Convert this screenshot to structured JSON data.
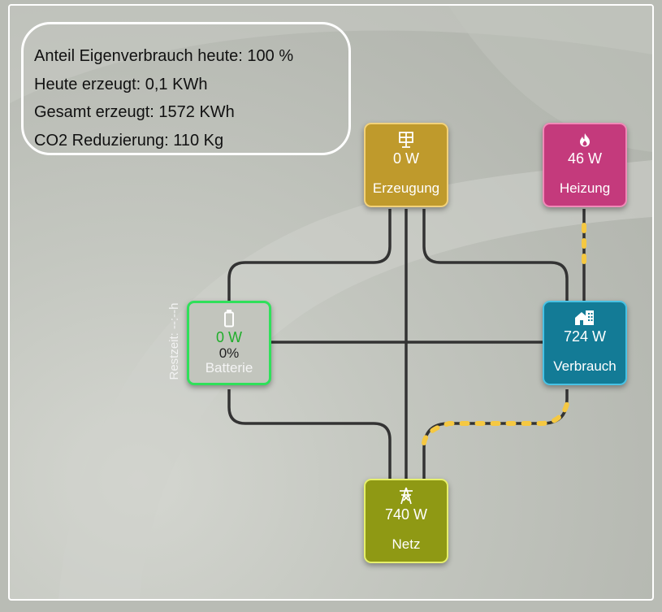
{
  "info": {
    "eigenverbrauch": "Anteil Eigenverbrauch heute: 100 %",
    "heute_erzeugt": "Heute erzeugt: 0,1 KWh",
    "gesamt_erzeugt": "Gesamt erzeugt: 1572 KWh",
    "co2": "CO2 Reduzierung: 110 Kg"
  },
  "nodes": {
    "erzeugung": {
      "value": "0 W",
      "label": "Erzeugung",
      "icon": "solar-panel-icon"
    },
    "heizung": {
      "value": "46 W",
      "label": "Heizung",
      "icon": "flame-icon"
    },
    "verbrauch": {
      "value": "724 W",
      "label": "Verbrauch",
      "icon": "house-icon"
    },
    "batterie": {
      "value": "0 W",
      "percent": "0%",
      "label": "Batterie",
      "restzeit": "Restzeit: --:--h",
      "icon": "battery-icon"
    },
    "netz": {
      "value": "740 W",
      "label": "Netz",
      "icon": "power-tower-icon"
    }
  },
  "colors": {
    "erzeugung": "#bf9a2c",
    "heizung": "#c43a7c",
    "verbrauch": "#137b96",
    "batterie_border": "#2fe05a",
    "netz": "#8f9914",
    "flow_dots": "#f5c842",
    "line": "#333333"
  }
}
